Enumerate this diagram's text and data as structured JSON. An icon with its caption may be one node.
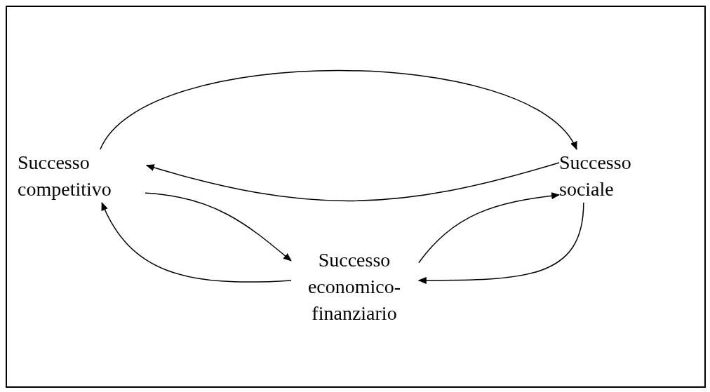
{
  "diagram": {
    "nodes": [
      {
        "text": [
          "Successo competitivo"
        ]
      },
      {
        "text": [
          "Successo sociale"
        ]
      },
      {
        "text": [
          "Successo economico-finanziario"
        ]
      }
    ],
    "edges": [
      {
        "from": 0,
        "to": 1,
        "arrow": "to"
      },
      {
        "from": 1,
        "to": 0,
        "arrow": "to"
      },
      {
        "from": 0,
        "to": 2,
        "arrow": "to"
      },
      {
        "from": 2,
        "to": 0,
        "arrow": "to"
      },
      {
        "from": 2,
        "to": 1,
        "arrow": "to"
      },
      {
        "from": 1,
        "to": 2,
        "arrow": "to"
      }
    ]
  }
}
